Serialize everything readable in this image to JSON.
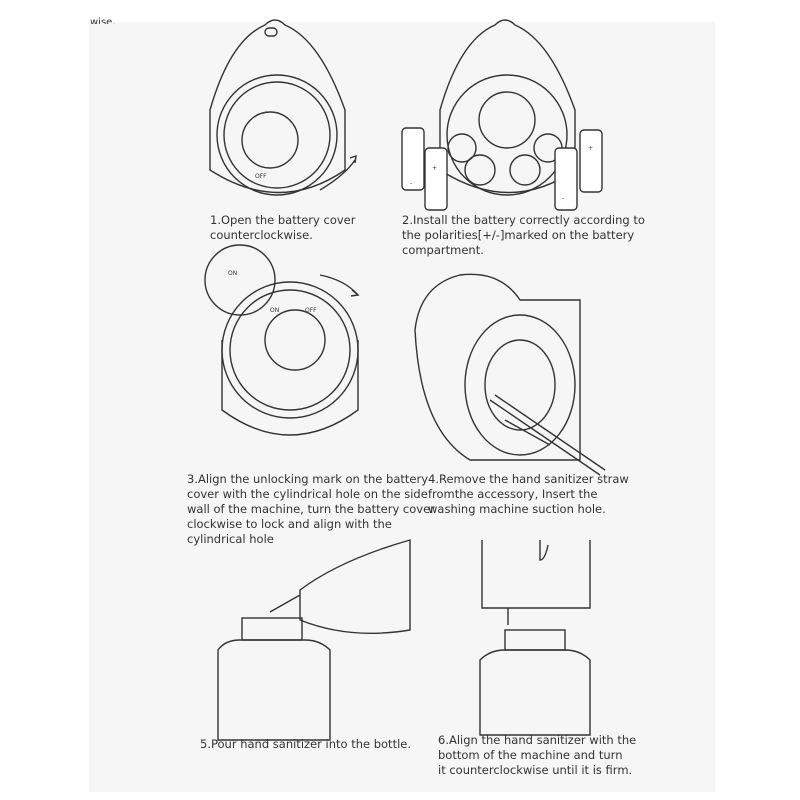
{
  "header_fragment": "wise.",
  "steps": [
    {
      "caption": "1.Open the battery cover\ncounterclockwise."
    },
    {
      "caption": "2.Install the battery correctly according to\nthe polarities[+/-]marked on the battery\ncompartment."
    },
    {
      "caption": "3.Align the unlocking mark on the battery\ncover with the cylindrical hole on the side\nwall of the machine, turn the battery cover\nclockwise to lock and align with the\ncylindrical hole"
    },
    {
      "caption": "4.Remove the hand sanitizer straw\nfromthe accessory, Insert the\nwashing machine suction hole."
    },
    {
      "caption": "5.Pour hand sanitizer into the bottle."
    },
    {
      "caption": "6.Align the hand sanitizer with the\nbottom of the machine and turn\nit counterclockwise until it is firm."
    }
  ],
  "labels": {
    "on": "ON",
    "off": "OFF",
    "plus": "+",
    "minus": "-"
  }
}
